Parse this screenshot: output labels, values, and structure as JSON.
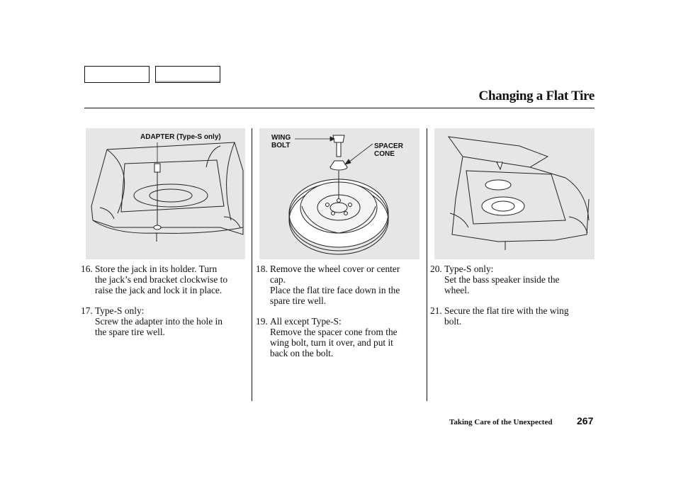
{
  "header": {
    "title": "Changing a Flat Tire"
  },
  "figures": {
    "adapter_label": "ADAPTER (Type-S only)",
    "wing_bolt_label": [
      "WING",
      "BOLT"
    ],
    "spacer_cone_label": [
      "SPACER",
      "CONE"
    ]
  },
  "steps": [
    {
      "number": "16.",
      "lines": [
        "Store the jack in its holder. Turn",
        "the jack’s end bracket clockwise to",
        "raise the jack and lock it in place."
      ]
    },
    {
      "number": "17.",
      "lines": [
        "Type-S only:",
        "Screw the adapter into the hole in",
        "the spare tire well."
      ]
    },
    {
      "number": "18.",
      "lines": [
        "Remove the wheel cover or center",
        "cap.",
        "Place the flat tire face down in the",
        "spare tire well."
      ]
    },
    {
      "number": "19.",
      "lines": [
        "All except Type-S:",
        "Remove the spacer cone from the",
        "wing bolt, turn it over, and put it",
        "back on the bolt."
      ]
    },
    {
      "number": "20.",
      "lines": [
        "Type-S only:",
        "Set the bass speaker inside the",
        "wheel."
      ]
    },
    {
      "number": "21.",
      "lines": [
        "Secure the flat tire with the wing",
        "bolt."
      ]
    }
  ],
  "footer": {
    "section": "Taking Care of the Unexpected",
    "page_number": "267"
  }
}
